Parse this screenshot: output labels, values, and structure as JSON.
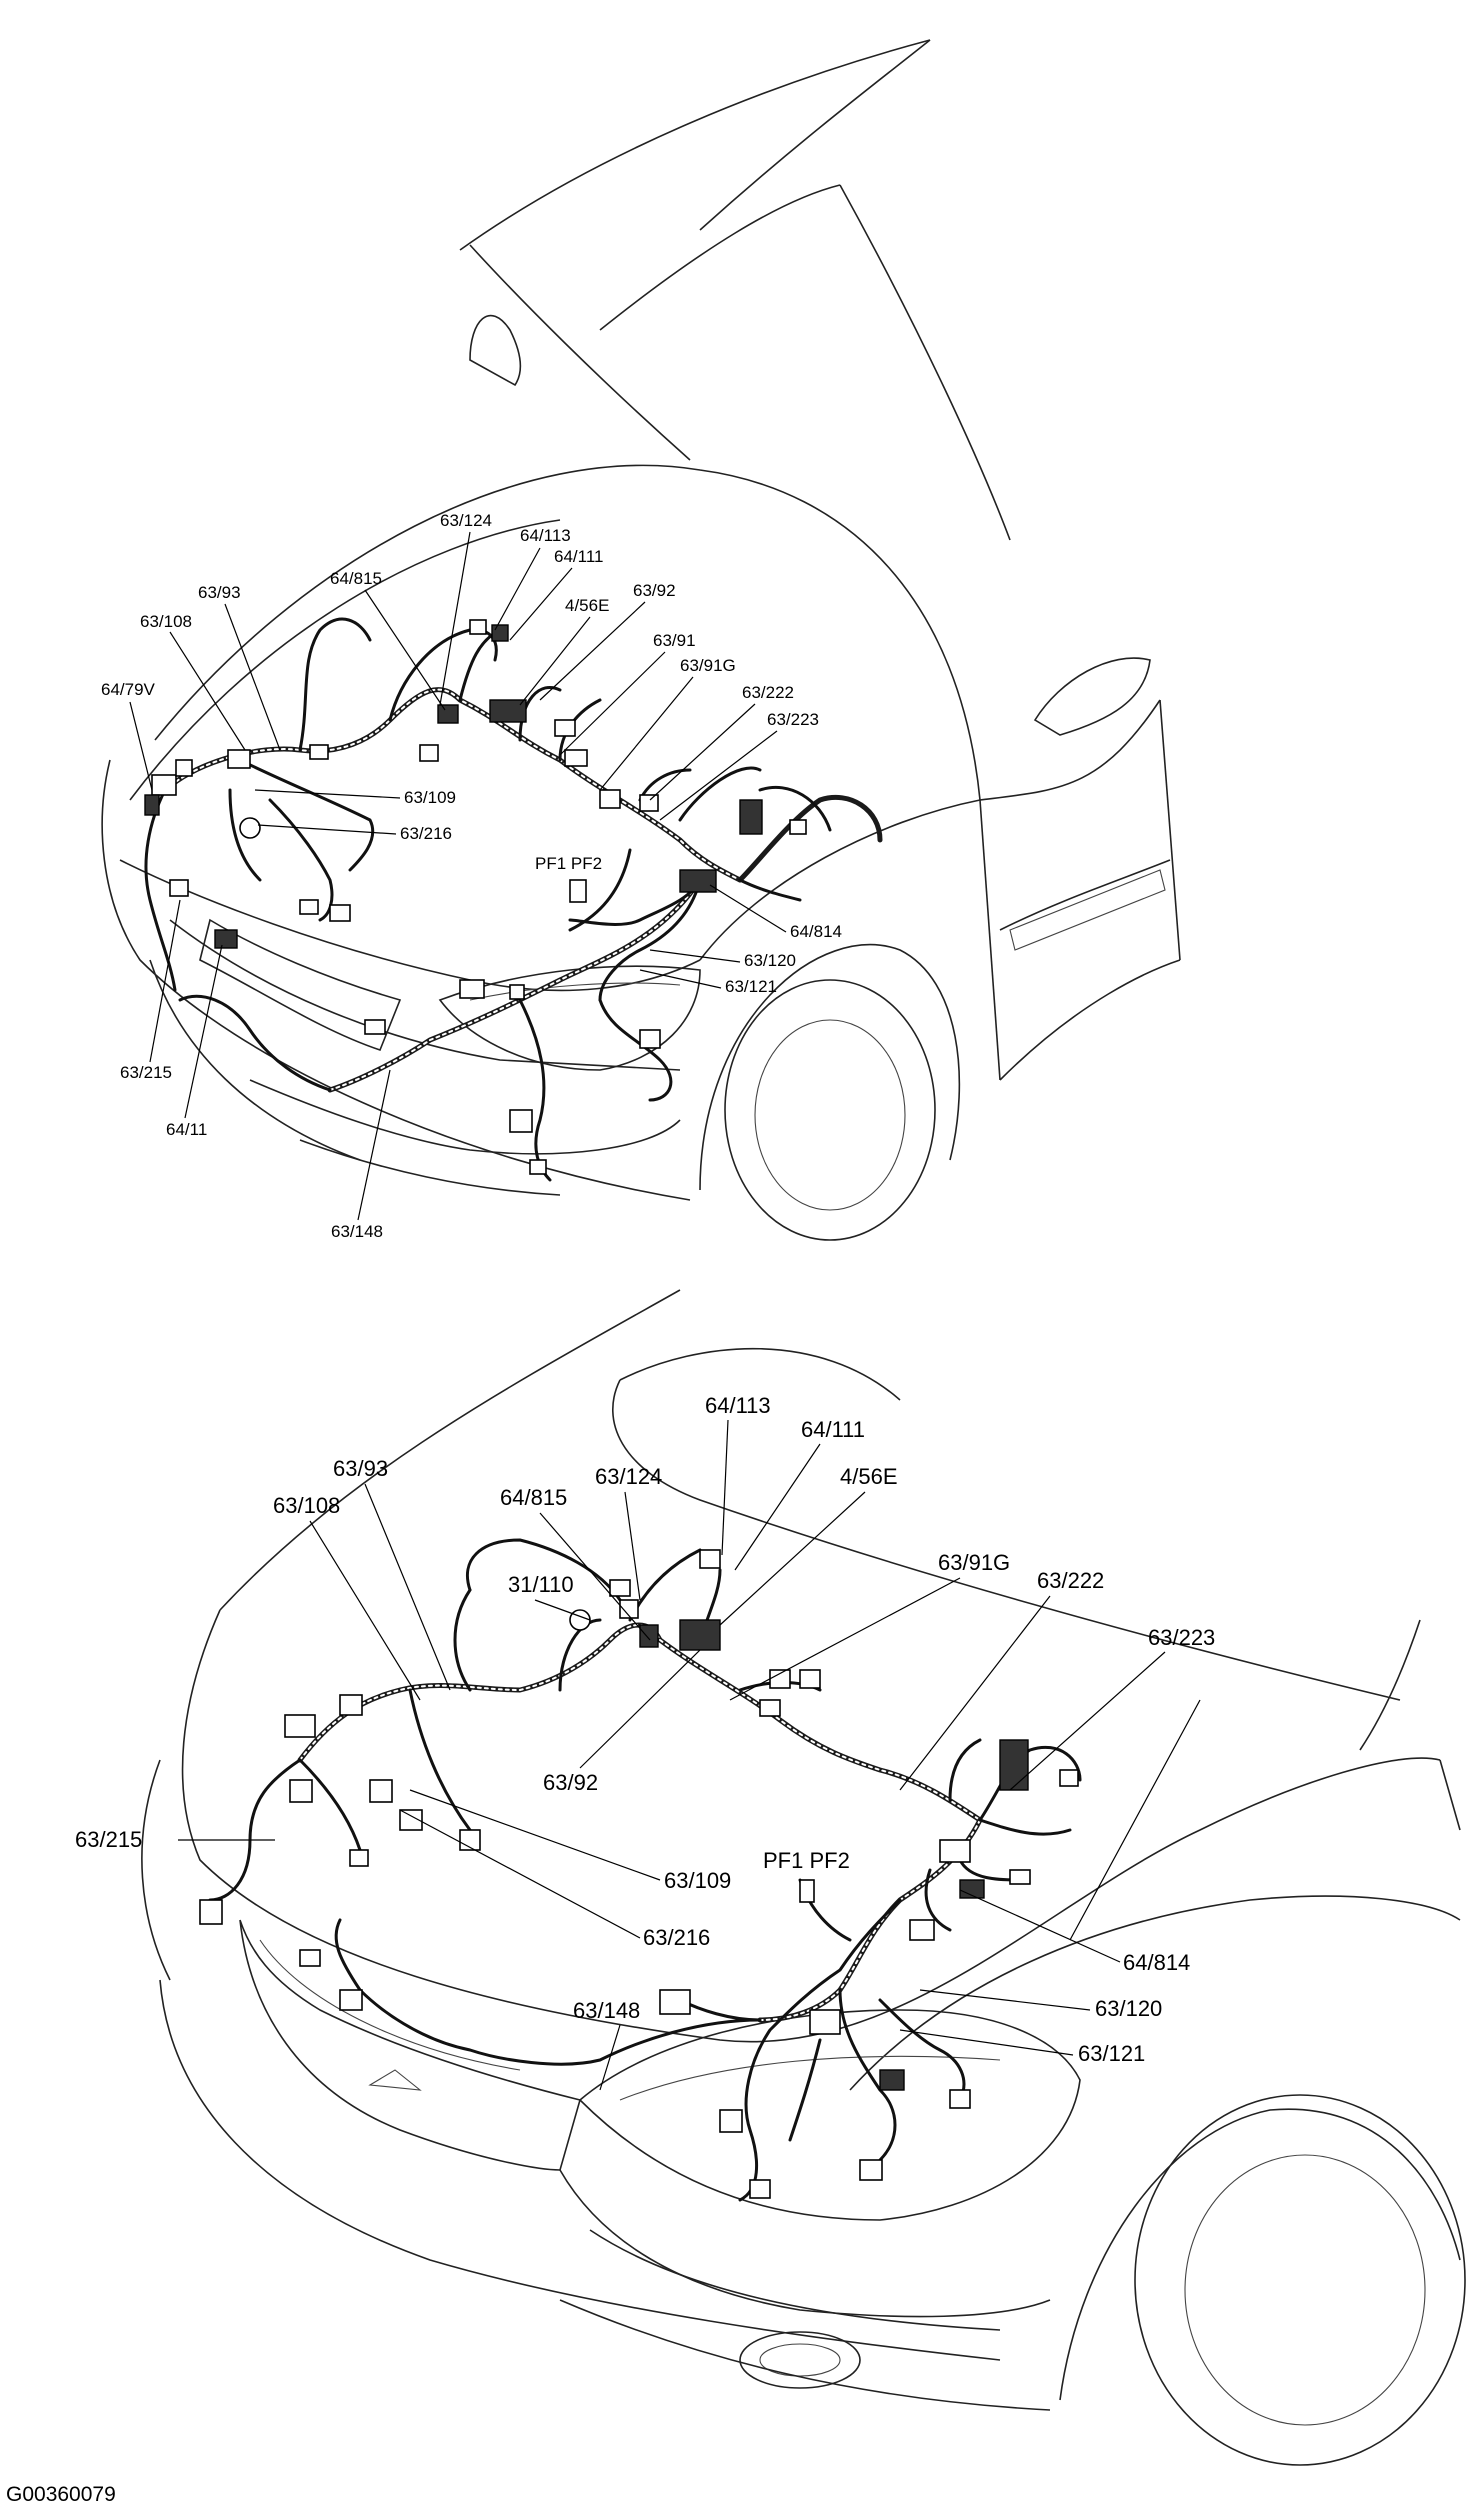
{
  "top_view": {
    "labels": {
      "l_63_124": "63/124",
      "l_64_113": "64/113",
      "l_64_111": "64/111",
      "l_64_815": "64/815",
      "l_63_92": "63/92",
      "l_4_56E": "4/56E",
      "l_63_93": "63/93",
      "l_63_108": "63/108",
      "l_63_91": "63/91",
      "l_63_91G": "63/91G",
      "l_64_79V": "64/79V",
      "l_63_222": "63/222",
      "l_63_223": "63/223",
      "l_63_109": "63/109",
      "l_63_216": "63/216",
      "l_pf": "PF1 PF2",
      "l_64_814": "64/814",
      "l_63_120": "63/120",
      "l_63_121": "63/121",
      "l_63_215": "63/215",
      "l_64_11": "64/11",
      "l_63_148": "63/148"
    }
  },
  "bottom_view": {
    "labels": {
      "l_64_113": "64/113",
      "l_64_111": "64/111",
      "l_63_93": "63/93",
      "l_4_56E": "4/56E",
      "l_64_815": "64/815",
      "l_63_124": "63/124",
      "l_63_108": "63/108",
      "l_63_91G": "63/91G",
      "l_63_222": "63/222",
      "l_31_110": "31/110",
      "l_63_223": "63/223",
      "l_63_92": "63/92",
      "l_63_215": "63/215",
      "l_63_109": "63/109",
      "l_pf": "PF1 PF2",
      "l_63_216": "63/216",
      "l_64_814": "64/814",
      "l_63_148": "63/148",
      "l_63_120": "63/120",
      "l_63_121": "63/121"
    }
  },
  "figure_code": "G00360079"
}
